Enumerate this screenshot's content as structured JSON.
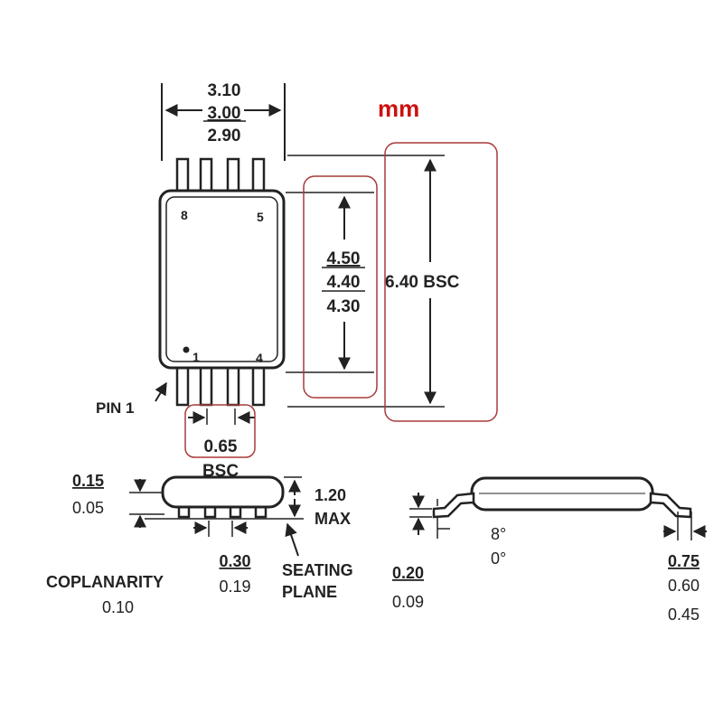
{
  "unit_label": "mm",
  "top_view": {
    "width_max": "3.10",
    "width_nom": "3.00",
    "width_min": "2.90",
    "pin_8": "8",
    "pin_5": "5",
    "pin_1": "1",
    "pin_4": "4",
    "pin1_label": "PIN 1",
    "body_length_max": "4.50",
    "body_length_nom": "4.40",
    "body_length_min": "4.30",
    "overall_width": "6.40 BSC",
    "pitch": "0.65",
    "pitch_note": "BSC"
  },
  "side_view": {
    "standoff_max": "0.15",
    "standoff_min": "0.05",
    "height": "1.20",
    "height_note": "MAX",
    "lead_width_max": "0.30",
    "lead_width_min": "0.19",
    "seating_label_1": "SEATING",
    "seating_label_2": "PLANE",
    "coplanarity_label": "COPLANARITY",
    "coplanarity_value": "0.10"
  },
  "end_view": {
    "lead_thickness_max": "0.20",
    "lead_thickness_min": "0.09",
    "angle_max": "8°",
    "angle_min": "0°",
    "foot_max": "0.75",
    "foot_nom": "0.60",
    "foot_min": "0.45"
  },
  "colors": {
    "highlight_box": "#a83a3a",
    "unit_text": "#cc1111",
    "line": "#222222"
  }
}
